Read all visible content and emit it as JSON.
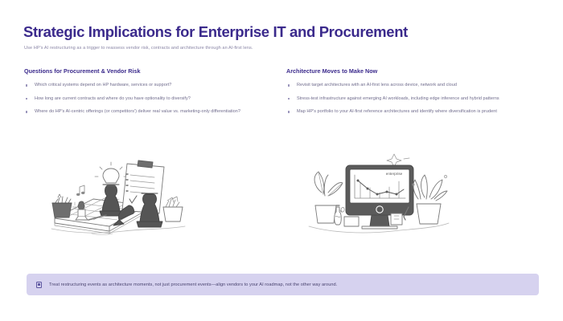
{
  "slide": {
    "title": "Strategic Implications for Enterprise IT and Procurement",
    "subtitle": "Use HP's AI restructuring as a trigger to reassess vendor risk, contracts and architecture through an AI-first lens.",
    "columns": [
      {
        "heading": "Questions for Procurement & Vendor Risk",
        "bullets": [
          "Which critical systems depend on HP hardware, services or support?",
          "How long are current contracts and where do you have optionality to diversify?",
          "Where do HP's AI-centric offerings (or competitors') deliver real value vs. marketing-only differentiation?"
        ]
      },
      {
        "heading": "Architecture Moves to Make Now",
        "bullets": [
          "Revisit target architectures with an AI-first lens across device, network and cloud",
          "Stress-test infrastructure against emerging AI workloads, including edge inference and hybrid patterns",
          "Map HP's portfolio to your AI-first reference architectures and identify where diversification is prudent"
        ]
      }
    ],
    "illustrations": {
      "left": {
        "name": "chess-strategy-desk-illustration",
        "screen_label": ""
      },
      "right": {
        "name": "monitor-analytics-plants-illustration",
        "screen_label": "enterprise"
      }
    },
    "callout": {
      "icon": "note-square-icon",
      "text": "Treat restructuring events as architecture moments, not just procurement events—align vendors to your AI roadmap, not the other way around."
    },
    "colors": {
      "title": "#3b2a8c",
      "heading": "#3b2a8c",
      "body": "#6f6b8c",
      "subtitle": "#8a86a6",
      "callout_bg": "#d6d2ef",
      "callout_text": "#4a4470",
      "background": "#ffffff",
      "illustration_line": "#6e6e6e"
    }
  }
}
